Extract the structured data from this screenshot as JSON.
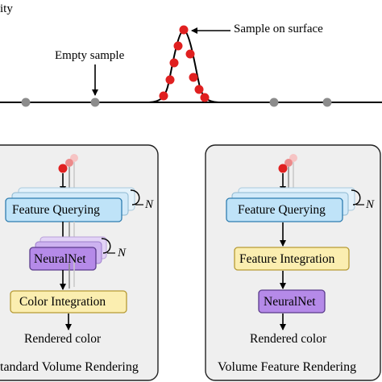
{
  "diagram": {
    "top": {
      "axis_label_fragment": "ity",
      "empty_sample_label": "Empty sample",
      "surface_sample_label": "Sample on surface"
    },
    "left_panel": {
      "caption": "tandard Volume Rendering",
      "feature_query_label": "Feature Querying",
      "neuralnet_label": "NeuralNet",
      "integration_label": "Color Integration",
      "repeat_symbol_1": "N",
      "repeat_symbol_2": "N",
      "output_label": "Rendered color"
    },
    "right_panel": {
      "caption": "Volume Feature Rendering",
      "feature_query_label": "Feature Querying",
      "integration_label": "Feature Integration",
      "neuralnet_label": "NeuralNet",
      "repeat_symbol": "N",
      "output_label": "Rendered color"
    },
    "colors": {
      "sample_red": "#e02020",
      "empty_gray": "#8c8c8c",
      "panel_fill": "#efefef",
      "query_blue": "#bfe3f8",
      "neuralnet_purple": "#b58ae8",
      "integration_yellow": "#fbeeb0"
    }
  }
}
